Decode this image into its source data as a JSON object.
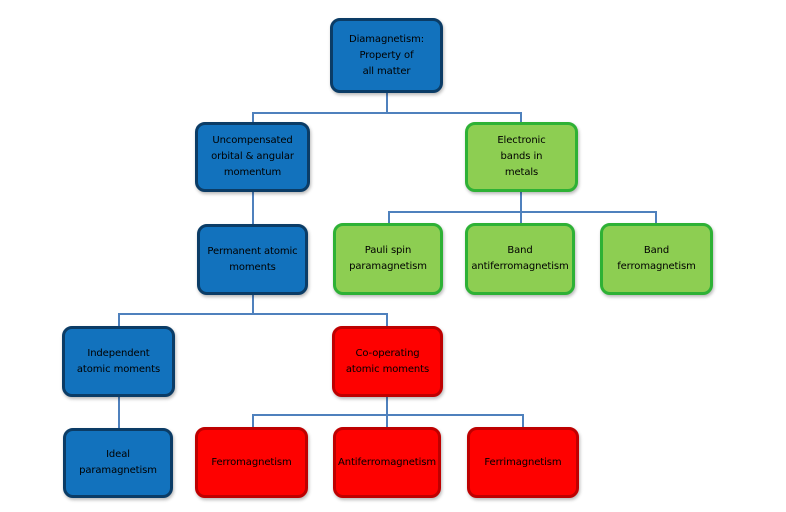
{
  "diagram": {
    "description": "Flowchart classifying types of magnetism",
    "colors": {
      "background": "#FFFFFF",
      "text": "#000000",
      "connector": "#4F81BD",
      "blue_fill": "#1272BD",
      "blue_border": "#0B3C66",
      "green_fill": "#8DCE52",
      "green_border": "#2EB135",
      "red_fill": "#FE0100",
      "red_border": "#BE0000"
    },
    "nodes": [
      {
        "id": "diamagnetism",
        "label": "Diamagnetism:\nProperty of\nall matter",
        "color": "blue"
      },
      {
        "id": "uncompensated",
        "label": "Uncompensated\norbital & angular\nmomentum",
        "color": "blue"
      },
      {
        "id": "electronic-bands",
        "label": "Electronic\nbands in\nmetals",
        "color": "green"
      },
      {
        "id": "permanent-moments",
        "label": "Permanent atomic\nmoments",
        "color": "blue"
      },
      {
        "id": "pauli-spin",
        "label": "Pauli spin\nparamagnetism",
        "color": "green"
      },
      {
        "id": "band-antiferromagnetism",
        "label": "Band\nantiferromagnetism",
        "color": "green"
      },
      {
        "id": "band-ferromagnetism",
        "label": "Band\nferromagnetism",
        "color": "green"
      },
      {
        "id": "independent-moments",
        "label": "Independent\natomic moments",
        "color": "blue"
      },
      {
        "id": "co-operating-moments",
        "label": "Co-operating\natomic moments",
        "color": "red"
      },
      {
        "id": "ideal-paramagnetism",
        "label": "Ideal\nparamagnetism",
        "color": "blue"
      },
      {
        "id": "ferromagnetism",
        "label": "Ferromagnetism",
        "color": "red"
      },
      {
        "id": "antiferromagnetism",
        "label": "Antiferromagnetism",
        "color": "red"
      },
      {
        "id": "ferrimagnetism",
        "label": "Ferrimagnetism",
        "color": "red"
      }
    ],
    "edges": [
      {
        "from": "diamagnetism",
        "to": "uncompensated"
      },
      {
        "from": "diamagnetism",
        "to": "electronic-bands"
      },
      {
        "from": "uncompensated",
        "to": "permanent-moments"
      },
      {
        "from": "electronic-bands",
        "to": "pauli-spin"
      },
      {
        "from": "electronic-bands",
        "to": "band-antiferromagnetism"
      },
      {
        "from": "electronic-bands",
        "to": "band-ferromagnetism"
      },
      {
        "from": "permanent-moments",
        "to": "independent-moments"
      },
      {
        "from": "permanent-moments",
        "to": "co-operating-moments"
      },
      {
        "from": "independent-moments",
        "to": "ideal-paramagnetism"
      },
      {
        "from": "co-operating-moments",
        "to": "ferromagnetism"
      },
      {
        "from": "co-operating-moments",
        "to": "antiferromagnetism"
      },
      {
        "from": "co-operating-moments",
        "to": "ferrimagnetism"
      }
    ]
  }
}
